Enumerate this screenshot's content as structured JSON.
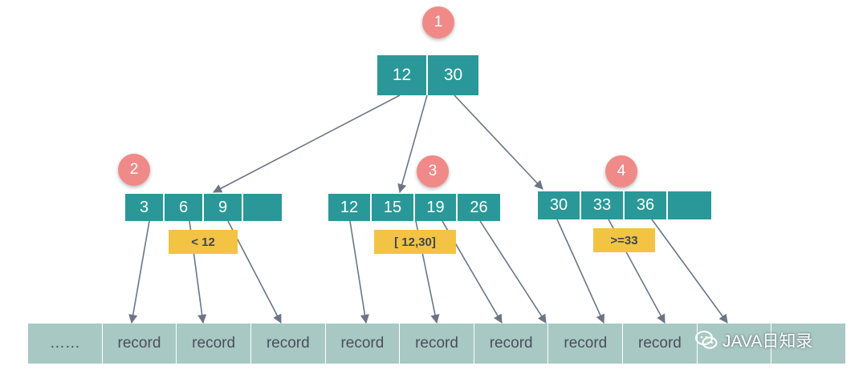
{
  "badges": [
    "1",
    "2",
    "3",
    "4"
  ],
  "root": {
    "keys": [
      "12",
      "30"
    ]
  },
  "level2": [
    {
      "keys": [
        "3",
        "6",
        "9",
        ""
      ]
    },
    {
      "keys": [
        "12",
        "15",
        "19",
        "26"
      ]
    },
    {
      "keys": [
        "30",
        "33",
        "36",
        ""
      ]
    }
  ],
  "ranges": [
    "< 12",
    "[ 12,30]",
    ">=33"
  ],
  "leaves": [
    "……",
    "record",
    "record",
    "record",
    "record",
    "record",
    "record",
    "record",
    "record",
    "",
    ""
  ],
  "watermark": {
    "text": "JAVA日知录",
    "icon": "wechat-icon"
  },
  "colors": {
    "node": "#2a9898",
    "badge": "#f08a88",
    "range": "#f3c343",
    "leaf": "#a8c8c4",
    "edge": "#6b7585"
  }
}
